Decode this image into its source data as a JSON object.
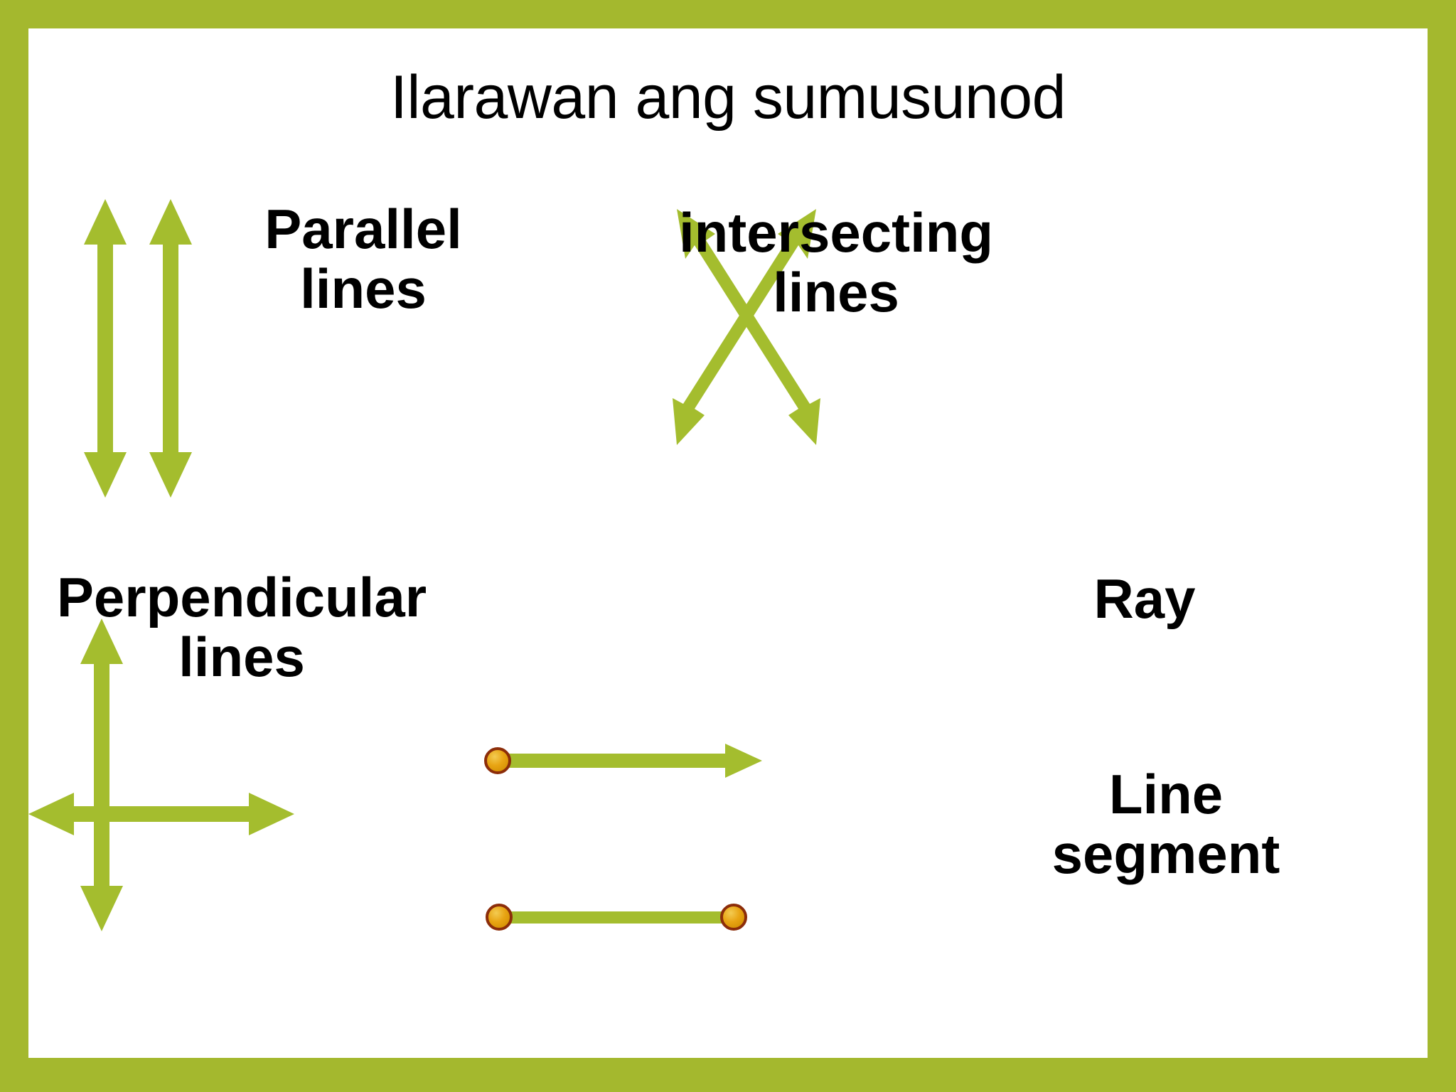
{
  "slide": {
    "title": "Ilarawan ang sumusunod",
    "border_color": "#a4b82e",
    "background_color": "#ffffff",
    "text_color": "#000000"
  },
  "palette": {
    "arrow_green": "#a4bd2e",
    "dot_fill": "#e8a317",
    "dot_fill_light": "#f0c040",
    "dot_stroke": "#8c2d0a"
  },
  "figures": [
    {
      "id": "parallel",
      "label": "Parallel\nlines",
      "icon": "two-vertical-double-arrows-icon",
      "description": "two vertical double-headed arrows side by side"
    },
    {
      "id": "intersecting",
      "label": "intersecting\nlines",
      "icon": "crossed-double-arrows-icon",
      "description": "two diagonal double-headed arrows crossing in an X"
    },
    {
      "id": "perpendicular",
      "label": "Perpendicular\nlines",
      "icon": "cross-double-arrows-icon",
      "description": "vertical double-headed arrow crossed by a horizontal double-headed arrow"
    },
    {
      "id": "ray",
      "label": "Ray",
      "icon": "ray-arrow-icon",
      "description": "dot endpoint on the left with an arrowhead on the right"
    },
    {
      "id": "linesegment",
      "label": "Line\nsegment",
      "icon": "line-segment-icon",
      "description": "horizontal bar with a dot endpoint at each end"
    }
  ]
}
